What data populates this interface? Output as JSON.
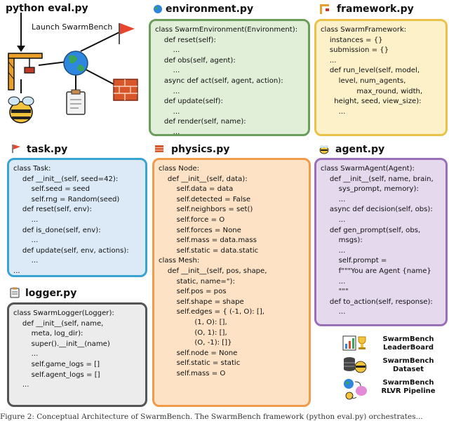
{
  "command": "python eval.py",
  "launch_label": "Launch SwarmBench",
  "panels": [
    {
      "title": "environment.py",
      "lines": [
        "class SwarmEnvironment(Environment):",
        "    def reset(self):",
        "        ...",
        "    def obs(self, agent):",
        "        ...",
        "    async def act(self, agent, action):",
        "        ...",
        "    def update(self):",
        "        ...",
        "    def render(self, name):",
        "        ..."
      ]
    },
    {
      "title": "framework.py",
      "lines": [
        "class SwarmFramework:",
        "    instances = {}",
        "    submission = {}",
        "    ...",
        "    def run_level(self, model,",
        "        level, num_agents,",
        "                max_round, width,",
        "      height, seed, view_size):",
        "        ..."
      ]
    },
    {
      "title": "task.py",
      "lines": [
        "class Task:",
        "    def __init__(self, seed=42):",
        "        self.seed = seed",
        "        self.rng = Random(seed)",
        "    def reset(self, env):",
        "        ...",
        "    def is_done(self, env):",
        "        ...",
        "    def update(self, env, actions):",
        "        ...",
        "..."
      ]
    },
    {
      "title": "physics.py",
      "lines": [
        "class Node:",
        "    def __init__(self, data):",
        "        self.data = data",
        "        self.detected = False",
        "        self.neighbors = set()",
        "        self.force = O",
        "        self.forces = None",
        "        self.mass = data.mass",
        "        self.static = data.static",
        "class Mesh:",
        "    def __init__(self, pos, shape,",
        "        static, name=\"):",
        "        self.pos = pos",
        "        self.shape = shape",
        "        self.edges = { (-1, O): [],",
        "                (1, O): [],",
        "                (O, 1): [],",
        "                (O, -1): []}",
        "        self.node = None",
        "        self.static = static",
        "        self.mass = O"
      ]
    },
    {
      "title": "agent.py",
      "lines": [
        "class SwarmAgent(Agent):",
        "    def __init__(self, name, brain,",
        "        sys_prompt, memory):",
        "        ...",
        "    async def decision(self, obs):",
        "        ...",
        "    def gen_prompt(self, obs,",
        "        msgs):",
        "        ...",
        "        self.prompt =",
        "        f\"\"\"You are Agent {name}",
        "        ...",
        "        \"\"\"",
        "    def to_action(self, response):",
        "        ..."
      ]
    },
    {
      "title": "logger.py",
      "lines": [
        "class SwarmLogger(Logger):",
        "    def __init__(self, name,",
        "        meta, log_dir):",
        "        super().__init__(name)",
        "        ...",
        "        self.game_logs = []",
        "        self.agent_logs = []",
        "    ..."
      ]
    }
  ],
  "links": [
    {
      "label": "SwarmBench\nLeaderBoard"
    },
    {
      "label": "SwarmBench\nDataset"
    },
    {
      "label": "SwarmBench\nRLVR Pipeline"
    }
  ],
  "caption": "Figure 2: Conceptual Architecture of SwarmBench. The SwarmBench framework (python eval.py) orchestrates..."
}
